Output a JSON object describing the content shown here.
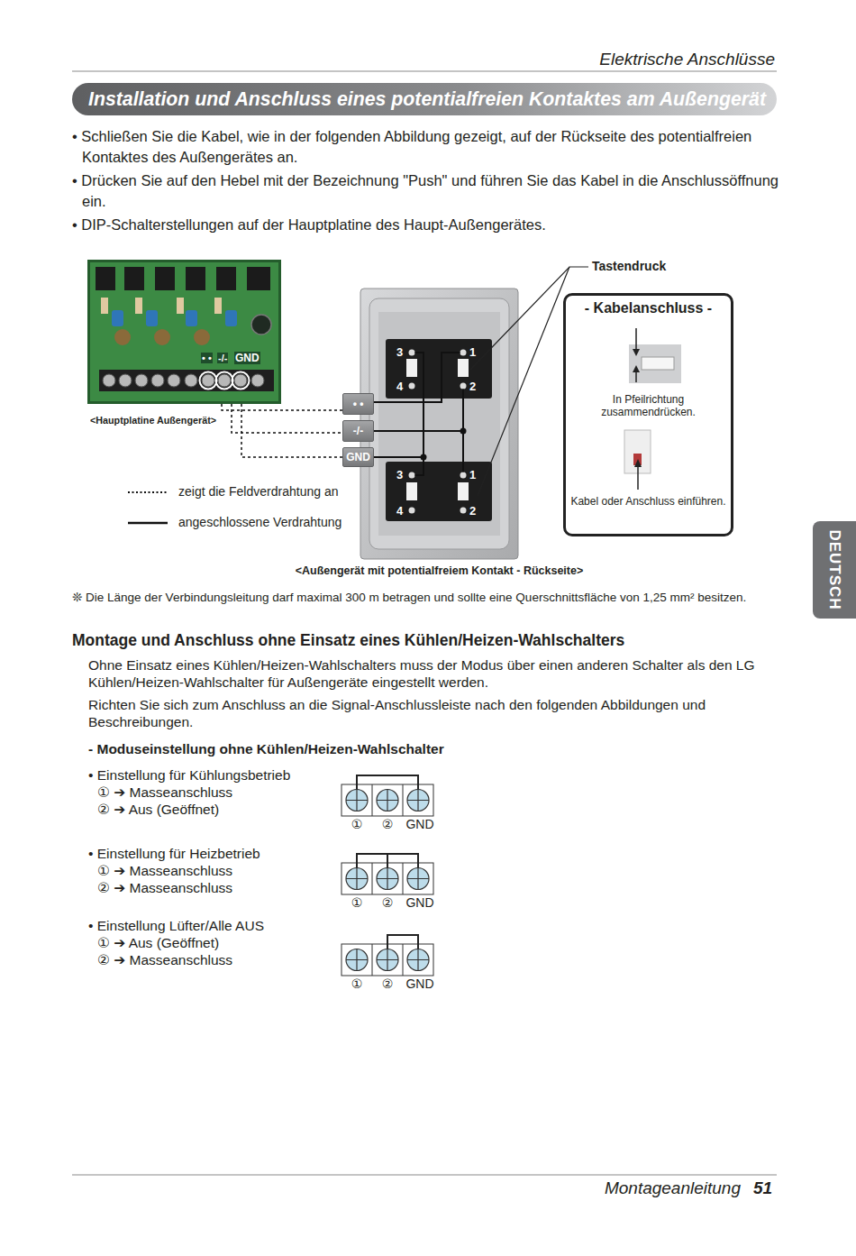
{
  "diagram": {
    "title": "Installation und Anschluss eines potentialfreien Kontaktes am Außengerät",
    "nodes": [
      {
        "text": [
          "• •",
          "-/-",
          "GND",
          "<Hauptplatine Außengerät>"
        ]
      },
      {
        "text": [
          "<Außengerät mit potentialfreiem Kontakt - Rückseite>"
        ]
      },
      {
        "text": [
          "• •"
        ],
        "in": 1
      },
      {
        "text": [
          "-/-"
        ],
        "in": 1
      },
      {
        "text": [
          "GND"
        ],
        "in": 1
      },
      {
        "text": [
          "- Kabelanschluss -",
          "In Pfeilrichtung zusammendrücken.",
          "Kabel oder Anschluss einführen."
        ]
      },
      {
        "text": [
          "DEUTSCH"
        ]
      }
    ],
    "edges": [
      {
        "from": 0,
        "to": 2,
        "arrow": "none"
      },
      {
        "from": 0,
        "to": 3,
        "arrow": "none"
      },
      {
        "from": 0,
        "to": 4,
        "arrow": "none"
      }
    ],
    "labels": [
      "Elektrische Anschlüsse",
      "• Schließen Sie die Kabel, wie in der folgenden Abbildung gezeigt, auf der Rückseite des potentialfreien Kontaktes des Außengerätes an.",
      "• Drücken Sie auf den Hebel mit der Bezeichnung \"Push\" und führen Sie das Kabel in die Anschlussöffnung ein.",
      "• DIP-Schalterstellungen auf der Hauptplatine des Haupt-Außengerätes.",
      "Tastendruck",
      "3",
      "1",
      "4",
      "2",
      "3",
      "1",
      "4",
      "2",
      "❊ Die Länge der Verbindungsleitung darf maximal 300 m betragen und sollte eine Querschnittsfläche von 1,25 mm² besitzen.",
      "Montage und Anschluss ohne Einsatz eines Kühlen/Heizen-Wahlschalters",
      "Ohne Einsatz eines Kühlen/Heizen-Wahlschalters muss der Modus über einen anderen Schalter als den LG Kühlen/Heizen-Wahlschalter für Außengeräte eingestellt werden.",
      "Richten Sie sich zum Anschluss an die Signal-Anschlussleiste nach den folgenden Abbildungen und Beschreibungen.",
      "- Moduseinstellung ohne Kühlen/Heizen-Wahlschalter",
      "• Einstellung für Kühlungsbetrieb",
      "① ➔ Masseanschluss",
      "② ➔ Aus (Geöffnet)",
      "①",
      "②",
      "GND",
      "• Einstellung für Heizbetrieb",
      "① ➔ Masseanschluss",
      "② ➔ Masseanschluss",
      "①",
      "②",
      "GND",
      "• Einstellung Lüfter/Alle AUS",
      "① ➔ Aus (Geöffnet)",
      "② ➔ Masseanschluss",
      "①",
      "②",
      "GND",
      "Montageanleitung",
      "51"
    ],
    "legend": [
      {
        "text": "zeigt die Feldverdrahtung an"
      },
      {
        "text": "angeschlossene Verdrahtung"
      }
    ]
  }
}
